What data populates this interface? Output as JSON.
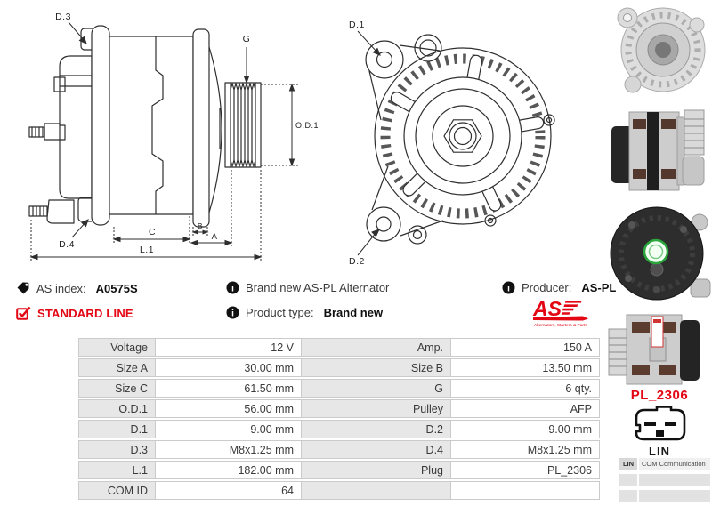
{
  "colors": {
    "brand_red": "#e30613",
    "label_cell_bg": "#e7e7e7",
    "cell_border": "#cbcbcb",
    "diagram_line": "#2e2e2e"
  },
  "diagram_side": {
    "d3": "D.3",
    "g": "G",
    "od1": "O.D.1",
    "d4": "D.4",
    "c": "C",
    "b": "B",
    "a": "A",
    "l1": "L.1"
  },
  "diagram_front": {
    "d1": "D.1",
    "d2": "D.2"
  },
  "info": {
    "as_index_label": "AS index:",
    "as_index_value": "A0575S",
    "line_badge": "STANDARD LINE",
    "brand_new_text": "Brand new AS-PL Alternator",
    "product_type_label": "Product type:",
    "product_type_value": "Brand new",
    "producer_label": "Producer:",
    "producer_value": "AS-PL"
  },
  "logo": {
    "text": "AS",
    "tagline": "Alternators, Starters & Parts"
  },
  "plug": {
    "code": "PL_2306",
    "type": "LIN"
  },
  "lin_table": {
    "key": "LIN",
    "value": "COM Communication"
  },
  "spec_table": {
    "rows": [
      {
        "l1": "Voltage",
        "v1": "12 V",
        "l2": "Amp.",
        "v2": "150 A"
      },
      {
        "l1": "Size A",
        "v1": "30.00 mm",
        "l2": "Size B",
        "v2": "13.50 mm"
      },
      {
        "l1": "Size C",
        "v1": "61.50 mm",
        "l2": "G",
        "v2": "6 qty."
      },
      {
        "l1": "O.D.1",
        "v1": "56.00 mm",
        "l2": "Pulley",
        "v2": "AFP"
      },
      {
        "l1": "D.1",
        "v1": "9.00 mm",
        "l2": "D.2",
        "v2": "9.00 mm"
      },
      {
        "l1": "D.3",
        "v1": "M8x1.25 mm",
        "l2": "D.4",
        "v2": "M8x1.25 mm"
      },
      {
        "l1": "L.1",
        "v1": "182.00 mm",
        "l2": "Plug",
        "v2": "PL_2306"
      },
      {
        "l1": "COM ID",
        "v1": "64",
        "l2": "",
        "v2": ""
      }
    ]
  }
}
